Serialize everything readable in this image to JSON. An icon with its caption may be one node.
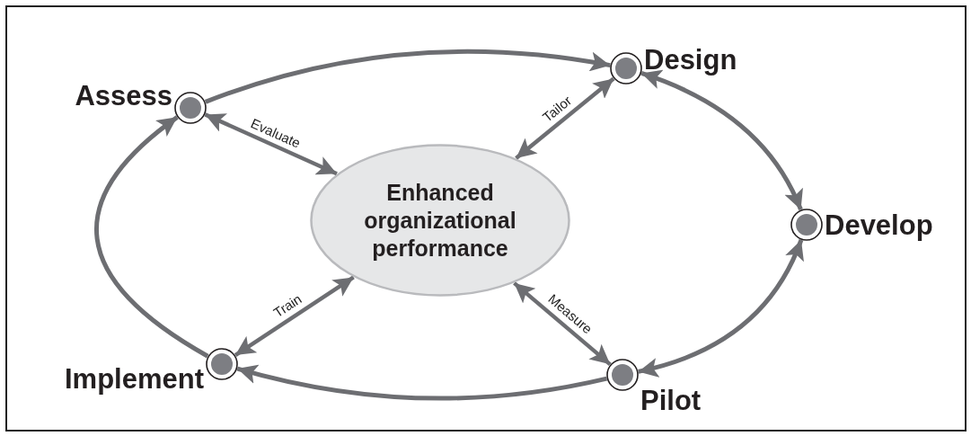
{
  "diagram": {
    "nodes": [
      {
        "text": [
          "Assess"
        ]
      },
      {
        "text": [
          "Design"
        ]
      },
      {
        "text": [
          "Enhanced organizational performance"
        ]
      },
      {
        "text": [
          "Develop"
        ]
      },
      {
        "text": [
          "Implement"
        ]
      },
      {
        "text": [
          "Pilot"
        ]
      }
    ],
    "edges": [
      {
        "from": 0,
        "to": 1,
        "arrow": "to"
      },
      {
        "from": 1,
        "to": 3,
        "arrow": "both"
      },
      {
        "from": 3,
        "to": 5,
        "arrow": "both"
      },
      {
        "from": 5,
        "to": 4,
        "arrow": "to"
      },
      {
        "from": 4,
        "to": 0,
        "arrow": "to"
      },
      {
        "from": 0,
        "to": 2,
        "arrow": "both",
        "label": "Evaluate"
      },
      {
        "from": 2,
        "to": 1,
        "arrow": "both",
        "label": "Tailor"
      },
      {
        "from": 4,
        "to": 2,
        "arrow": "both",
        "label": "Train"
      },
      {
        "from": 2,
        "to": 5,
        "arrow": "both",
        "label": "Measure"
      }
    ]
  }
}
